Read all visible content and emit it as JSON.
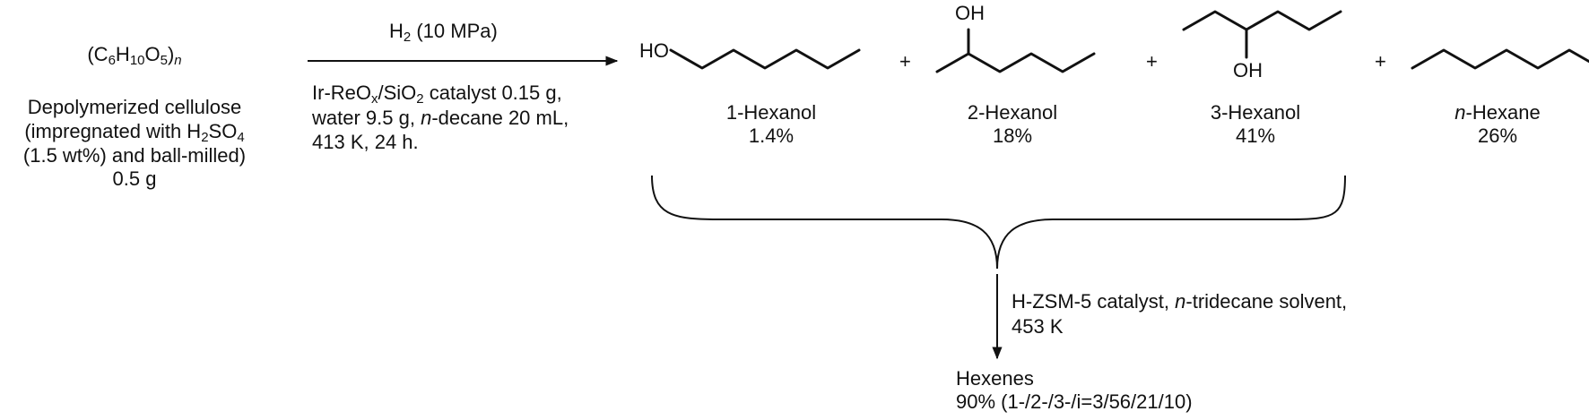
{
  "reactant": {
    "formula_prefix": "(C",
    "s1": "6",
    "h": "H",
    "s2": "10",
    "o": "O",
    "s3": "5",
    "close": ")",
    "n": "n",
    "line1": "Depolymerized cellulose",
    "line2a": "(impregnated with H",
    "line2b": "2",
    "line2c": "SO",
    "line2d": "4",
    "line3": "(1.5 wt%) and ball-milled)",
    "line4": "0.5 g"
  },
  "step1": {
    "above_a": "H",
    "above_b": "2",
    "above_c": " (10 MPa)",
    "l1a": "Ir-ReO",
    "l1b": "x",
    "l1c": "/SiO",
    "l1d": "2",
    "l1e": " catalyst 0.15 g,",
    "l2a": "water 9.5 g, ",
    "l2b": "n",
    "l2c": "-decane 20 mL,",
    "l3": "413 K, 24 h."
  },
  "products": [
    {
      "name": "1-Hexanol",
      "yield": "1.4%"
    },
    {
      "name": "2-Hexanol",
      "yield": "18%"
    },
    {
      "name": "3-Hexanol",
      "yield": "41%"
    },
    {
      "name_prefix": "n",
      "name": "-Hexane",
      "yield": "26%"
    }
  ],
  "atom_labels": {
    "ho": "HO",
    "oh2": "OH",
    "oh3": "OH"
  },
  "plus": "+",
  "step2": {
    "l1a": "H-ZSM-5 catalyst, ",
    "l1b": "n",
    "l1c": "-tridecane solvent,",
    "l2": "453 K"
  },
  "final": {
    "line1": "Hexenes",
    "line2": "90% (1-/2-/3-/i=3/56/21/10)"
  }
}
